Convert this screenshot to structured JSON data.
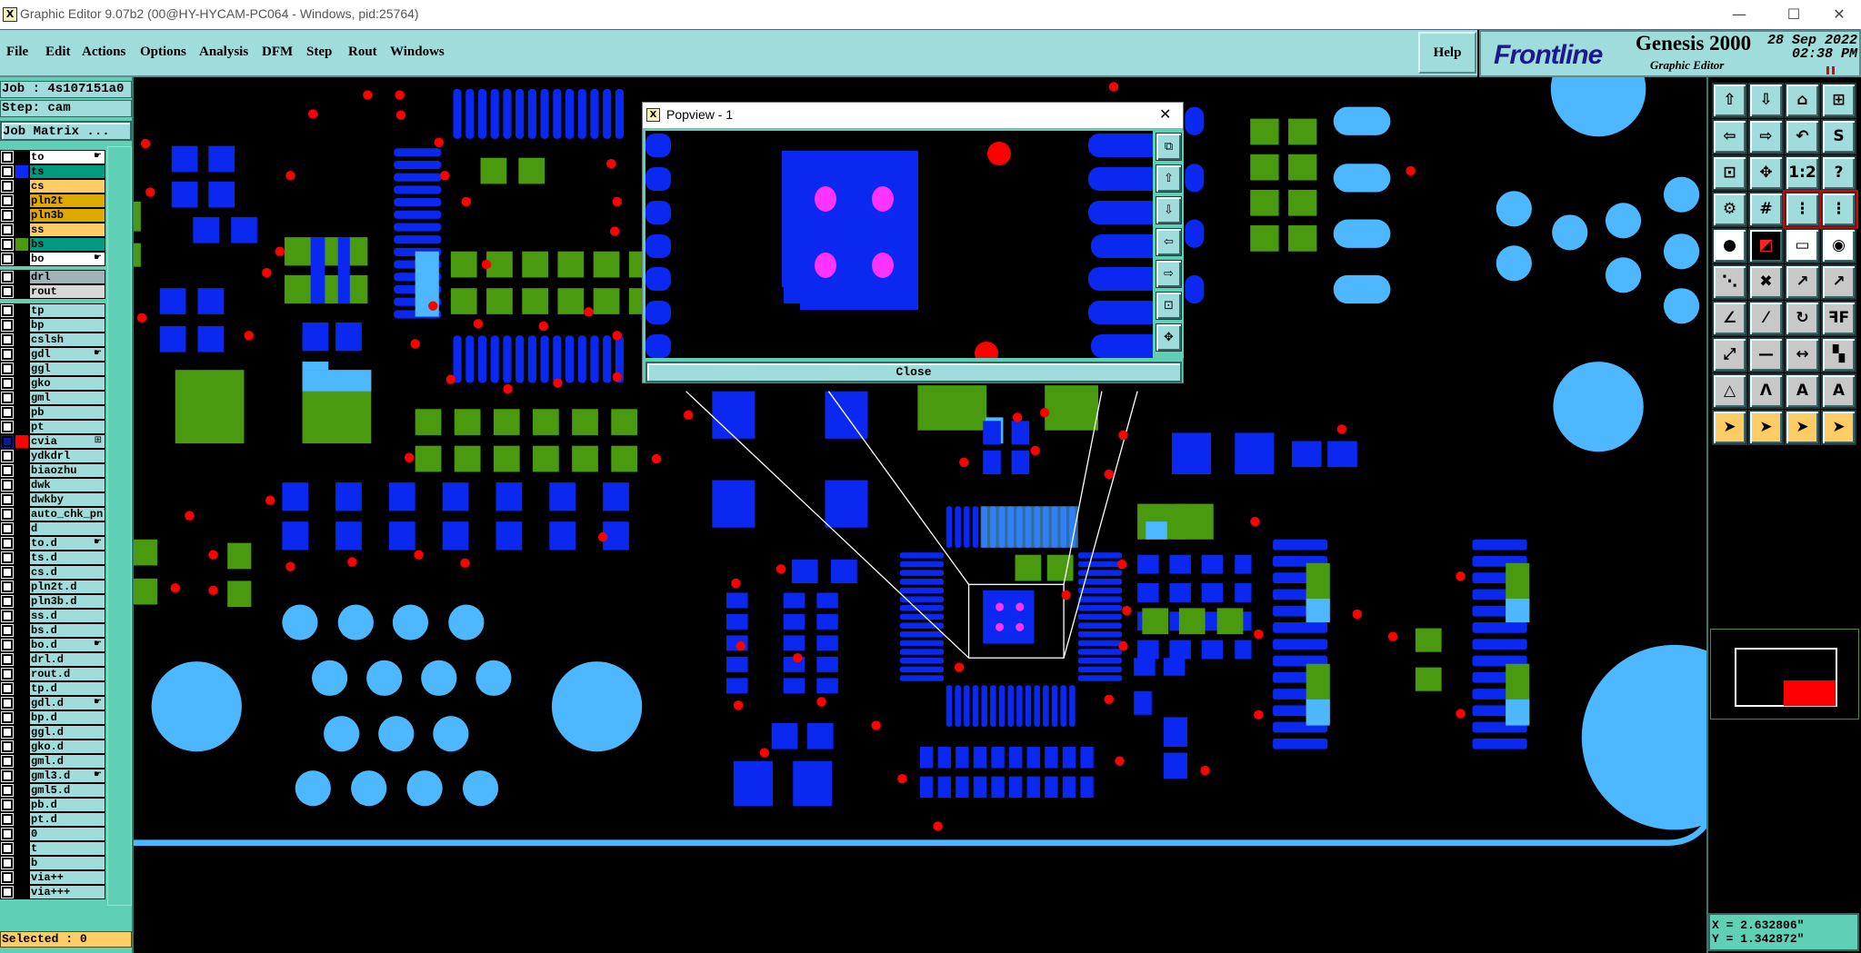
{
  "window": {
    "title": "Graphic Editor 9.07b2 (00@HY-HYCAM-PC064 - Windows, pid:25764)",
    "minimize": "—",
    "maximize": "☐",
    "close": "✕"
  },
  "menu": [
    "File",
    "Edit",
    "Actions",
    "Options",
    "Analysis",
    "DFM",
    "Step",
    "Rout",
    "Windows"
  ],
  "help": "Help",
  "branding": {
    "logo": "Frontline",
    "product": "Genesis 2000",
    "subtitle": "Graphic Editor",
    "date": "28 Sep 2022",
    "time": "02:38 PM"
  },
  "job": {
    "job_label": "Job : 4s107151a0",
    "step_label": "Step: cam",
    "matrix_button": "Job Matrix ..."
  },
  "layers": [
    {
      "name": "to",
      "bg": "#ffffff",
      "swatch": "",
      "arrow": true
    },
    {
      "name": "ts",
      "bg": "#009a80",
      "swatch": "#0a28ff",
      "arrow": false
    },
    {
      "name": "cs",
      "bg": "#ffcc66",
      "swatch": "",
      "arrow": false
    },
    {
      "name": "pln2t",
      "bg": "#ddaa00",
      "swatch": "",
      "arrow": false
    },
    {
      "name": "pln3b",
      "bg": "#ddaa00",
      "swatch": "",
      "arrow": false
    },
    {
      "name": "ss",
      "bg": "#ffcc66",
      "swatch": "",
      "arrow": false
    },
    {
      "name": "bs",
      "bg": "#009a80",
      "swatch": "#4a9a10",
      "arrow": false
    },
    {
      "name": "bo",
      "bg": "#ffffff",
      "swatch": "",
      "arrow": true
    },
    {
      "name": "drl",
      "bg": "#a0b4b8",
      "swatch": "",
      "arrow": false
    },
    {
      "name": "rout",
      "bg": "#d8d8d8",
      "swatch": "",
      "arrow": false
    },
    {
      "name": "tp"
    },
    {
      "name": "bp"
    },
    {
      "name": "cslsh"
    },
    {
      "name": "gdl",
      "arrow": true
    },
    {
      "name": "ggl"
    },
    {
      "name": "gko"
    },
    {
      "name": "gml"
    },
    {
      "name": "pb"
    },
    {
      "name": "pt"
    },
    {
      "name": "cvia",
      "swatch": "#ff0000",
      "active": true
    },
    {
      "name": "ydkdrl"
    },
    {
      "name": "biaozhu"
    },
    {
      "name": "dwk"
    },
    {
      "name": "dwkby"
    },
    {
      "name": "auto_chk_pnl"
    },
    {
      "name": "d"
    },
    {
      "name": "to.d",
      "arrow": true
    },
    {
      "name": "ts.d"
    },
    {
      "name": "cs.d"
    },
    {
      "name": "pln2t.d"
    },
    {
      "name": "pln3b.d"
    },
    {
      "name": "ss.d"
    },
    {
      "name": "bs.d"
    },
    {
      "name": "bo.d",
      "arrow": true
    },
    {
      "name": "drl.d"
    },
    {
      "name": "rout.d"
    },
    {
      "name": "tp.d"
    },
    {
      "name": "gdl.d",
      "arrow": true
    },
    {
      "name": "bp.d"
    },
    {
      "name": "ggl.d"
    },
    {
      "name": "gko.d"
    },
    {
      "name": "gml.d"
    },
    {
      "name": "gml3.d",
      "arrow": true
    },
    {
      "name": "gml5.d"
    },
    {
      "name": "pb.d"
    },
    {
      "name": "pt.d"
    },
    {
      "name": "0"
    },
    {
      "name": "t"
    },
    {
      "name": "b"
    },
    {
      "name": "via++"
    },
    {
      "name": "via+++"
    }
  ],
  "selected": "Selected : 0",
  "coords": {
    "x": "X = 2.632806\"",
    "y": "Y = 1.342872\""
  },
  "popview": {
    "title": "Popview - 1",
    "close_label": "Close",
    "close_x": "✕",
    "tools": [
      {
        "icon": "restore-view-icon",
        "glyph": "⧉"
      },
      {
        "icon": "pan-up-icon",
        "glyph": "⇧"
      },
      {
        "icon": "pan-down-icon",
        "glyph": "⇩"
      },
      {
        "icon": "pan-left-icon",
        "glyph": "⇦"
      },
      {
        "icon": "pan-right-icon",
        "glyph": "⇨"
      },
      {
        "icon": "zoom-in-icon",
        "glyph": "⊡"
      },
      {
        "icon": "zoom-out-icon",
        "glyph": "✥"
      }
    ]
  },
  "tools": [
    {
      "icon": "pan-up-icon",
      "glyph": "⇧",
      "bg": "#a0dcdc"
    },
    {
      "icon": "pan-down-icon",
      "glyph": "⇩",
      "bg": "#a0dcdc"
    },
    {
      "icon": "home-icon",
      "glyph": "⌂",
      "bg": "#a0dcdc"
    },
    {
      "icon": "xy-grid-icon",
      "glyph": "⊞",
      "bg": "#a0dcdc"
    },
    {
      "icon": "pan-left-icon",
      "glyph": "⇦",
      "bg": "#a0dcdc"
    },
    {
      "icon": "pan-right-icon",
      "glyph": "⇨",
      "bg": "#a0dcdc"
    },
    {
      "icon": "undo-view-icon",
      "glyph": "↶",
      "bg": "#a0dcdc"
    },
    {
      "icon": "redraw-icon",
      "glyph": "S",
      "bg": "#a0dcdc"
    },
    {
      "icon": "zoom-in-icon",
      "glyph": "⊡",
      "bg": "#a0dcdc"
    },
    {
      "icon": "zoom-out-icon",
      "glyph": "✥",
      "bg": "#a0dcdc"
    },
    {
      "icon": "scale-icon",
      "glyph": "1:2",
      "bg": "#a0dcdc"
    },
    {
      "icon": "help-icon",
      "glyph": "?",
      "bg": "#a0dcdc"
    },
    {
      "icon": "settings-icon",
      "glyph": "⚙",
      "bg": "#a0dcdc"
    },
    {
      "icon": "grid-icon",
      "glyph": "#",
      "bg": "#a0dcdc"
    },
    {
      "icon": "net-check-icon",
      "glyph": "⋮",
      "bg": "#a0dcdc"
    },
    {
      "icon": "net-check-2-icon",
      "glyph": "⋮",
      "bg": "#a0dcdc"
    },
    {
      "icon": "add-pad-icon",
      "glyph": "●",
      "bg": "#ffffff"
    },
    {
      "icon": "measure-pad-icon",
      "glyph": "◩",
      "bg": "#000000"
    },
    {
      "icon": "ruler-icon",
      "glyph": "▭",
      "bg": "#ffffff"
    },
    {
      "icon": "pad-select-icon",
      "glyph": "◉",
      "bg": "#ffffff"
    },
    {
      "icon": "connect-icon",
      "glyph": "⋱",
      "bg": "#c8c8c8"
    },
    {
      "icon": "delete-icon",
      "glyph": "✖",
      "bg": "#c8c8c8"
    },
    {
      "icon": "move-icon",
      "glyph": "↗",
      "bg": "#c8c8c8"
    },
    {
      "icon": "copy-icon",
      "glyph": "↗",
      "bg": "#c8c8c8"
    },
    {
      "icon": "line-icon",
      "glyph": "∠",
      "bg": "#c8c8c8"
    },
    {
      "icon": "line-move-icon",
      "glyph": "⁄",
      "bg": "#c8c8c8"
    },
    {
      "icon": "rotate-icon",
      "glyph": "↻",
      "bg": "#c8c8c8"
    },
    {
      "icon": "mirror-icon",
      "glyph": "ꟻF",
      "bg": "#c8c8c8"
    },
    {
      "icon": "resize-icon",
      "glyph": "⤢",
      "bg": "#c8c8c8"
    },
    {
      "icon": "split-line-icon",
      "glyph": "—",
      "bg": "#c8c8c8"
    },
    {
      "icon": "dimension-icon",
      "glyph": "↔",
      "bg": "#c8c8c8"
    },
    {
      "icon": "surface-icon",
      "glyph": "▚",
      "bg": "#c8c8c8"
    },
    {
      "icon": "arc-icon",
      "glyph": "△",
      "bg": "#c8c8c8"
    },
    {
      "icon": "arc-2-icon",
      "glyph": "Λ",
      "bg": "#c8c8c8"
    },
    {
      "icon": "arc-3-icon",
      "glyph": "A",
      "bg": "#c8c8c8"
    },
    {
      "icon": "arc-4-icon",
      "glyph": "A",
      "bg": "#c8c8c8"
    },
    {
      "icon": "select-icon",
      "glyph": "➤",
      "bg": "#ffcc66"
    },
    {
      "icon": "select-box-icon",
      "glyph": "➤",
      "bg": "#ffcc66"
    },
    {
      "icon": "select-polygon-icon",
      "glyph": "➤",
      "bg": "#ffcc66"
    },
    {
      "icon": "select-net-icon",
      "glyph": "➤",
      "bg": "#ffcc66"
    }
  ],
  "colors": {
    "blue": "#0a28f0",
    "green": "#4a9a10",
    "lightblue": "#4db8ff",
    "red": "#ff0000",
    "magenta": "#ff33ff"
  }
}
